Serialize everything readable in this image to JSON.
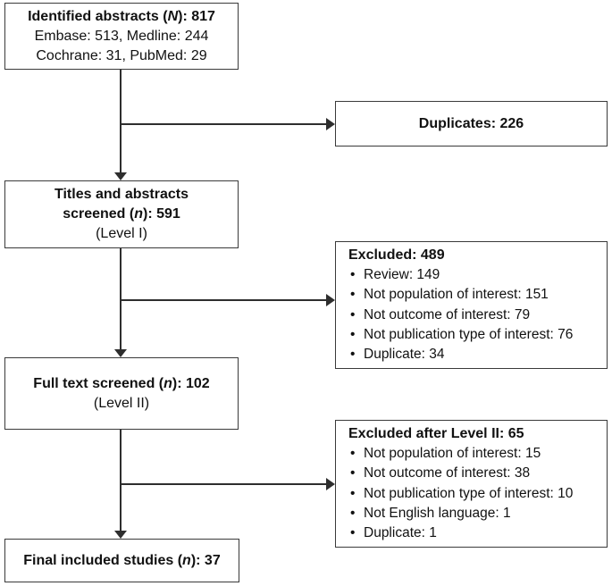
{
  "diagram": {
    "boxes": {
      "identified": {
        "title_pre": "Identified abstracts (",
        "title_var": "N",
        "title_post": "): 817",
        "line2": "Embase: 513, Medline: 244",
        "line3": "Cochrane: 31, PubMed: 29"
      },
      "duplicates": {
        "label": "Duplicates: 226"
      },
      "titles_screened": {
        "title_line1": "Titles and abstracts",
        "title2_pre": "screened (",
        "title2_var": "n",
        "title2_post": "): 591",
        "sub": "(Level I)"
      },
      "excluded_level1": {
        "heading": "Excluded: 489",
        "reasons": [
          "Review: 149",
          "Not population of interest: 151",
          "Not outcome of interest: 79",
          "Not publication type of interest: 76",
          "Duplicate: 34"
        ]
      },
      "fulltext_screened": {
        "title_pre": "Full text screened (",
        "title_var": "n",
        "title_post": "): 102",
        "sub": "(Level II)"
      },
      "excluded_level2": {
        "heading": "Excluded after Level II: 65",
        "reasons": [
          "Not population of interest: 15",
          "Not outcome of interest: 38",
          "Not publication type of interest: 10",
          "Not English language: 1",
          "Duplicate: 1"
        ]
      },
      "final_included": {
        "title_pre": "Final included studies (",
        "title_var": "n",
        "title_post": "): 37"
      }
    },
    "colors": {
      "border": "#3a3a3a",
      "line": "#2e2e2e",
      "text": "#111111",
      "background": "#ffffff"
    }
  }
}
